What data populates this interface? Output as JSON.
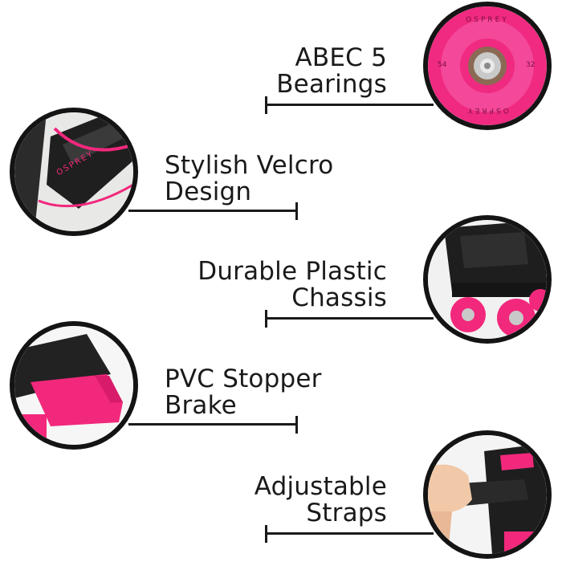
{
  "features": [
    {
      "id": "bearings",
      "line1": "ABEC 5",
      "line2": "Bearings"
    },
    {
      "id": "velcro",
      "line1": "Stylish Velcro",
      "line2": "Design"
    },
    {
      "id": "chassis",
      "line1": "Durable Plastic",
      "line2": "Chassis"
    },
    {
      "id": "stopper",
      "line1": "PVC Stopper",
      "line2": "Brake"
    },
    {
      "id": "straps",
      "line1": "Adjustable",
      "line2": "Straps"
    }
  ],
  "product_marks": {
    "brand": "OSPREY",
    "wheel_size": "54",
    "wheel_hardness": "32"
  },
  "colors": {
    "accent_pink": "#f2287c",
    "dark": "#1a1a1a",
    "background": "#ffffff"
  }
}
